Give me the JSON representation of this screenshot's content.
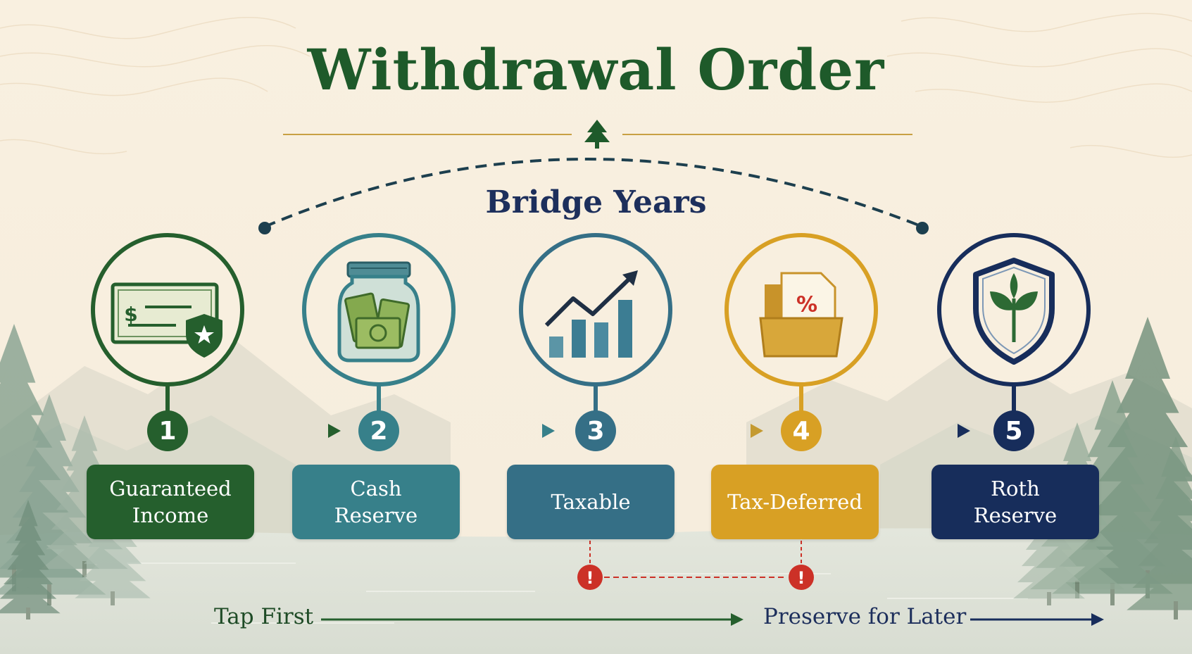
{
  "title": "Withdrawal Order",
  "subtitle": "Bridge Years",
  "colors": {
    "background": "#f8efdf",
    "green": "#255f2d",
    "teal": "#37808a",
    "steel": "#356f86",
    "gold": "#d8a024",
    "navy": "#172d5b",
    "alert": "#cc3127",
    "divider": "#c8a043"
  },
  "steps": [
    {
      "number": "1",
      "label": "Guaranteed\nIncome",
      "color": "#255f2d",
      "icon": "check-with-shield-icon"
    },
    {
      "number": "2",
      "label": "Cash\nReserve",
      "color": "#37808a",
      "icon": "money-jar-icon"
    },
    {
      "number": "3",
      "label": "Taxable",
      "color": "#356f86",
      "icon": "growth-chart-icon"
    },
    {
      "number": "4",
      "label": "Tax-Deferred",
      "color": "#d8a024",
      "icon": "percent-folder-icon"
    },
    {
      "number": "5",
      "label": "Roth\nReserve",
      "color": "#172d5b",
      "icon": "sprout-shield-icon"
    }
  ],
  "alerts": [
    {
      "glyph": "!",
      "icon": "alert-icon"
    },
    {
      "glyph": "!",
      "icon": "alert-icon"
    }
  ],
  "footer": {
    "left": "Tap First",
    "right": "Preserve for Later"
  }
}
